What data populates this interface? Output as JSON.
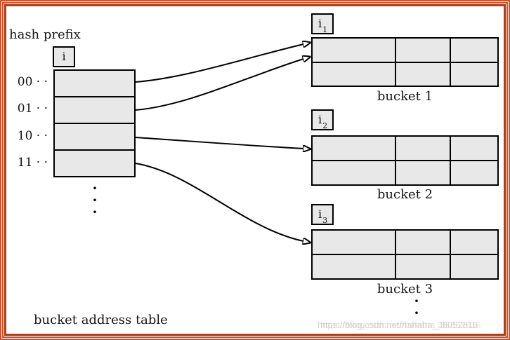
{
  "diagram": {
    "hash_prefix_label": "hash prefix",
    "address_table": {
      "index_box_label": "i",
      "row_labels": [
        "00 · ·",
        "01 · ·",
        "10 · ·",
        "11 · ·"
      ],
      "caption": "bucket address table"
    },
    "buckets": [
      {
        "index_base": "i",
        "index_sub": "1",
        "caption": "bucket 1"
      },
      {
        "index_base": "i",
        "index_sub": "2",
        "caption": "bucket 2"
      },
      {
        "index_base": "i",
        "index_sub": "3",
        "caption": "bucket 3"
      }
    ],
    "dot": "·"
  },
  "watermark": {
    "text": "https://blog.csdn.net/hahaha_36052816"
  },
  "colors": {
    "frame_accent": "#d0512c",
    "frame_accent_dark": "#a8401c",
    "cell_fill": "#e8e8e8",
    "line": "#000000"
  }
}
